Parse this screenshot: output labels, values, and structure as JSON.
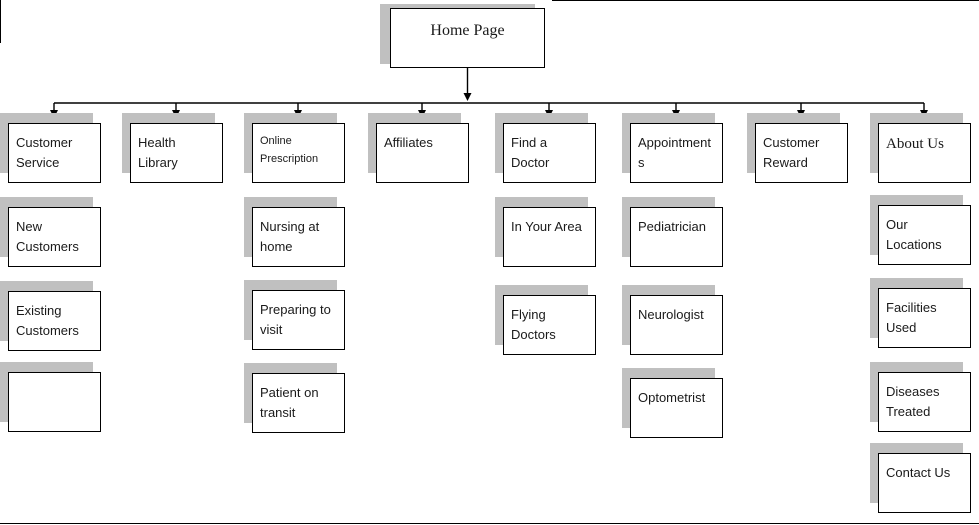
{
  "diagram": {
    "title": "Home Page",
    "root": {
      "label": "Home Page"
    },
    "columns": [
      {
        "label": "Customer Service",
        "children": [
          "New Customers",
          "Existing Customers",
          ""
        ]
      },
      {
        "label": "Health Library",
        "children": []
      },
      {
        "label": "Online Prescription",
        "children": [
          "Nursing at home",
          "Preparing to visit",
          "Patient on transit"
        ]
      },
      {
        "label": "Affiliates",
        "children": []
      },
      {
        "label": "Find a Doctor",
        "children": [
          "In Your Area",
          "Flying Doctors"
        ]
      },
      {
        "label": "Appointments",
        "children": [
          "Pediatrician",
          "Neurologist",
          "Optometrist"
        ]
      },
      {
        "label": "Customer Reward",
        "children": []
      },
      {
        "label": "About Us",
        "children": [
          "Our Locations",
          "Facilities Used",
          "Diseases Treated",
          "Contact Us"
        ]
      }
    ],
    "colors": {
      "box_border": "#000000",
      "box_shadow": "#c0c0c0",
      "line": "#000000",
      "background": "#ffffff"
    }
  }
}
